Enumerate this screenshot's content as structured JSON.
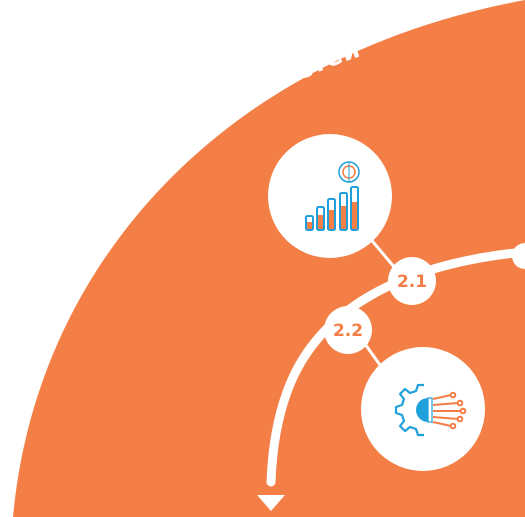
{
  "diagram": {
    "title": "Область возможностей",
    "colors": {
      "background": "#ffffff",
      "area": "#f37e46",
      "path": "#ffffff",
      "accent_orange": "#f37e46",
      "accent_blue": "#1fa0da"
    },
    "steps": [
      {
        "label": "2.1",
        "icon": "bar-chart-growth-icon"
      },
      {
        "label": "2.2",
        "icon": "gear-circuit-icon"
      }
    ],
    "path_end": "arrow-down-icon"
  }
}
